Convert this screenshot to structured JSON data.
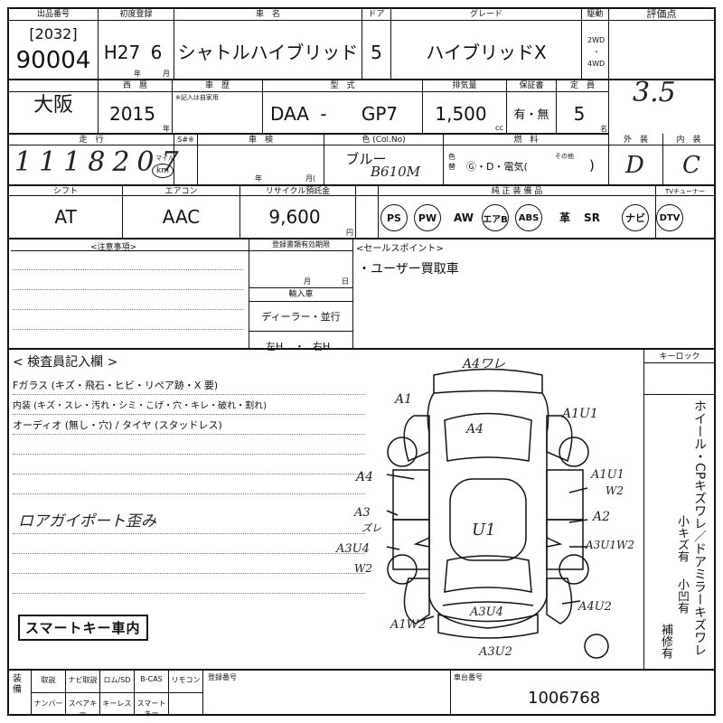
{
  "header": {
    "lot_label": "出品番号",
    "lot_code": "[2032]",
    "lot_number": "90004",
    "first_reg_label": "初度登録",
    "first_reg_era": "H27",
    "first_reg_month": "6",
    "year_unit": "年",
    "month_unit": "月",
    "car_name_label": "車　名",
    "car_name": "シャトルハイブリッド",
    "door_label": "ドア",
    "doors": "5",
    "grade_label": "グレード",
    "grade": "ハイブリッドX",
    "drive_label": "駆動",
    "drive_2wd": "2WD",
    "drive_sep": "・",
    "drive_4wd": "4WD",
    "score_label": "評価点",
    "score": "3.5"
  },
  "row2": {
    "region": "大阪",
    "year_label": "西　暦",
    "year": "2015",
    "year_unit": "年",
    "shaken_label": "車　歴",
    "shaken_note": "※記入は自家用",
    "model_label": "型　式",
    "model_prefix": "DAA",
    "model_dash": "-",
    "model_code": "GP7",
    "displacement_label": "排気量",
    "displacement": "1,500",
    "cc_unit": "cc",
    "warranty_label": "保証書",
    "warranty": "有・無",
    "capacity_label": "定　員",
    "capacity": "5",
    "capacity_unit": "名"
  },
  "row3": {
    "mileage_label": "走　行",
    "mileage": "1118207",
    "mileage_unit_mile": "マイル",
    "mileage_unit_km": "km",
    "meter_label": "S#※",
    "inspection_label": "車　検",
    "inspection_year": "年",
    "inspection_month": "月(",
    "color_label": "色 (Col.No)",
    "color_name": "ブルー",
    "color_code": "B610M",
    "color_change_label": "色替",
    "fuel_label": "燃　料",
    "fuel_options": "Ⓖ・D・電気(",
    "fuel_other": "その他",
    "fuel_close": ")",
    "exterior_label": "外　装",
    "exterior_grade": "D",
    "interior_label": "内　装",
    "interior_grade": "C"
  },
  "row4": {
    "shift_label": "シフト",
    "shift": "AT",
    "aircon_label": "エアコン",
    "aircon": "AAC",
    "recycle_label": "リサイクル預託金",
    "recycle": "9,600",
    "yen_unit": "円",
    "equipment_label": "純 正 装 備 品",
    "tuner_label": "TVチューナー",
    "equipment": [
      {
        "label": "PS",
        "circled": true
      },
      {
        "label": "PW",
        "circled": true
      },
      {
        "label": "AW",
        "circled": false
      },
      {
        "label": "エアB",
        "circled": true
      },
      {
        "label": "ABS",
        "circled": true
      },
      {
        "label": "革",
        "circled": false
      },
      {
        "label": "SR",
        "circled": false
      },
      {
        "label": "ナビ",
        "circled": true
      },
      {
        "label": "DTV",
        "circled": true
      }
    ]
  },
  "notes": {
    "caution_label": "<注意事項>",
    "reg_expiry_label": "登録書類有効期限",
    "reg_month": "月",
    "reg_day": "日",
    "import_label": "輸入車",
    "import_value": "ディーラー・並行",
    "handle_left": "左H",
    "handle_sep": "・",
    "handle_right": "右H",
    "sales_label": "<セールスポイント>",
    "sales_point": "・ユーザー買取車"
  },
  "inspector": {
    "title": "< 検査員記入欄 >",
    "line1": "Fガラス (キズ・飛石・ヒビ・リペア跡・X 要)",
    "line2": "内装 (キズ・スレ・汚れ・シミ・こげ・穴・キレ・破れ・割れ)",
    "line3": "オーディオ (無し・穴) / タイヤ (スタッドレス)",
    "handwritten": "ロアガイポート歪み",
    "stamp": "スマートキー車内"
  },
  "diagram": {
    "keylock_label": "キーロック",
    "marks": [
      {
        "text": "A4ワレ"
      },
      {
        "text": "A1"
      },
      {
        "text": "A1U1"
      },
      {
        "text": "A4"
      },
      {
        "text": "A4"
      },
      {
        "text": "A1U1"
      },
      {
        "text": "W2"
      },
      {
        "text": "A3"
      },
      {
        "text": "ズレ"
      },
      {
        "text": "A2"
      },
      {
        "text": "U1"
      },
      {
        "text": "A3U4"
      },
      {
        "text": "W2"
      },
      {
        "text": "A3U1W2"
      },
      {
        "text": "A3U4"
      },
      {
        "text": "A4U2"
      },
      {
        "text": "A1W2"
      },
      {
        "text": "A3U2"
      }
    ]
  },
  "side_note": {
    "col1": "ホイール・CPキズワレ／ドアミラーキズワレ",
    "col2": "小キズ有",
    "col3": "小凹有",
    "col4": "補修有"
  },
  "footer": {
    "equip_label": "装備",
    "options_row1": [
      "取説",
      "ナビ取説",
      "ロム/SD",
      "B-CAS",
      "リモコン"
    ],
    "options_row2": [
      "ナンバー",
      "スペアキー",
      "キーレス",
      "スマートキー"
    ],
    "reg_no_label": "登録番号",
    "chassis_label": "車台番号",
    "chassis_number": "1006768"
  }
}
